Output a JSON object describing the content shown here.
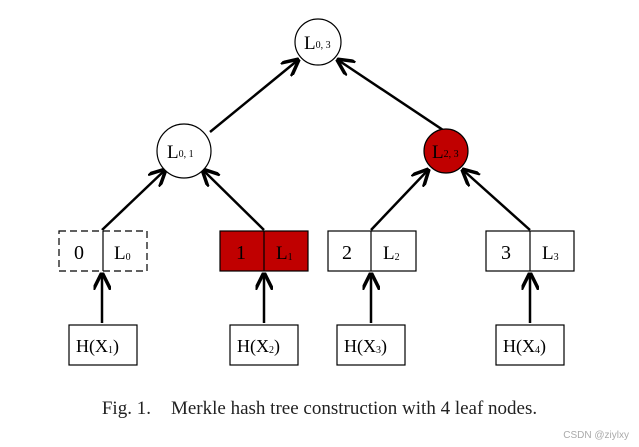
{
  "colors": {
    "highlight": "#c00000",
    "stroke": "#000000",
    "background": "#ffffff"
  },
  "tree": {
    "root": {
      "label": "L",
      "sub": "0, 3"
    },
    "internal_left": {
      "label": "L",
      "sub": "0, 1"
    },
    "internal_right": {
      "label": "L",
      "sub": "2, 3",
      "highlighted": true
    },
    "leaves": [
      {
        "index": "0",
        "label": "L",
        "sub": "0",
        "dashed": true,
        "highlighted": false
      },
      {
        "index": "1",
        "label": "L",
        "sub": "1",
        "dashed": false,
        "highlighted": true
      },
      {
        "index": "2",
        "label": "L",
        "sub": "2",
        "dashed": false,
        "highlighted": false
      },
      {
        "index": "3",
        "label": "L",
        "sub": "3",
        "dashed": false,
        "highlighted": false
      }
    ],
    "hashes": [
      {
        "label": "H(X",
        "sub": "1",
        "close": ")"
      },
      {
        "label": "H(X",
        "sub": "2",
        "close": ")"
      },
      {
        "label": "H(X",
        "sub": "3",
        "close": ")"
      },
      {
        "label": "H(X",
        "sub": "4",
        "close": ")"
      }
    ]
  },
  "caption": {
    "fig": "Fig. 1.",
    "text": "Merkle hash tree construction with 4 leaf nodes."
  },
  "watermark": "CSDN @ziylxy"
}
